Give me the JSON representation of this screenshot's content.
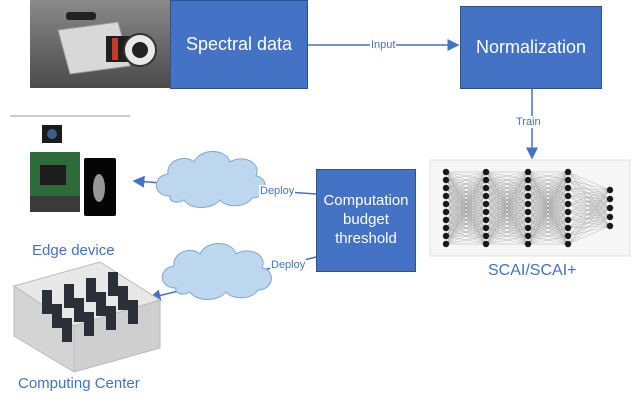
{
  "nodes": {
    "spectral_data": "Spectral data",
    "normalization": "Normalization",
    "computation_budget": "Computation budget threshold",
    "model_name": "SCAI/SCAI+",
    "edge_device": "Edge device",
    "computing_center": "Computing Center"
  },
  "edges": {
    "input": "Input",
    "train": "Train",
    "deploy_edge": "Deploy",
    "deploy_center": "Deploy"
  },
  "colors": {
    "box_fill": "#4472c4",
    "box_border": "#2f528f",
    "arrow": "#4472c4",
    "cloud_fill": "#bdd7ee",
    "cloud_stroke": "#7fa7d6"
  },
  "icons": {
    "camera": "hyperspectral-camera-photo",
    "edge": "edge-device-board-photo",
    "center": "server-room-illustration",
    "network": "neural-network-illustration",
    "cloud": "cloud-icon"
  }
}
